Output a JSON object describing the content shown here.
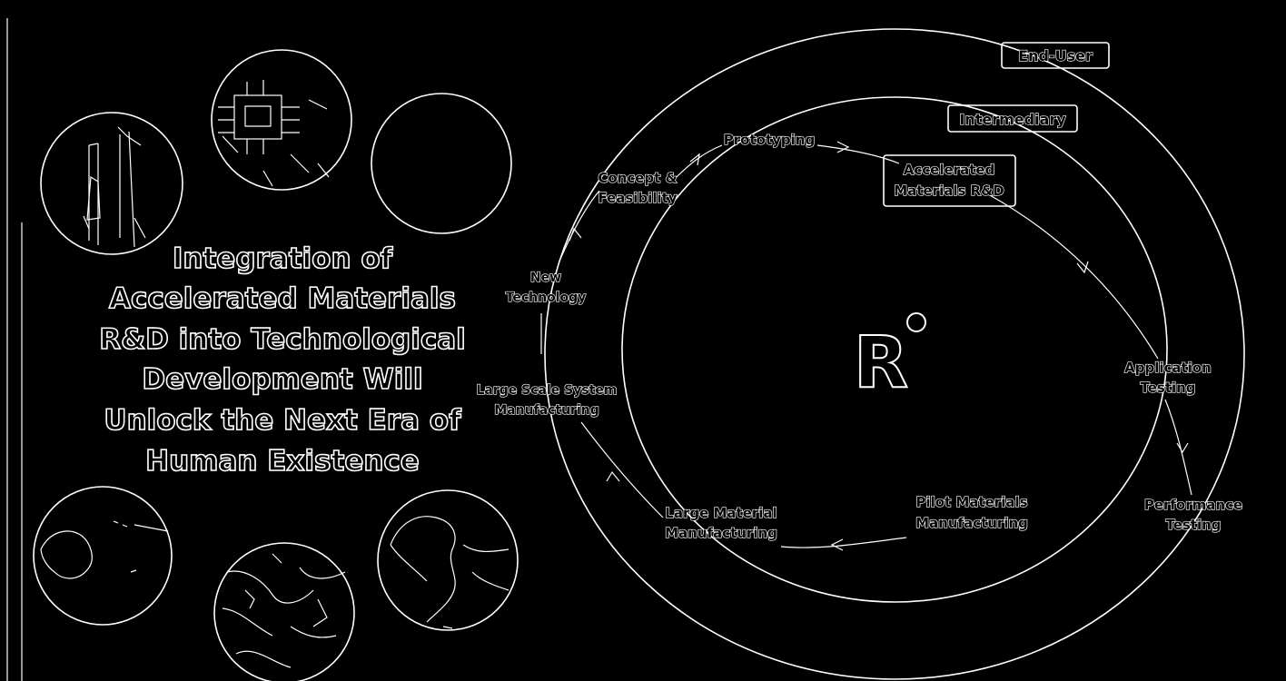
{
  "title": {
    "lines": [
      "Integration of",
      "Accelerated Materials",
      "R&D into Technological",
      "Development Will",
      "Unlock the Next Era of",
      "Human Existence"
    ]
  },
  "logo": {
    "text": "R"
  },
  "outer_ring": {
    "end_user": "End-User",
    "intermediary": "Intermediary"
  },
  "cycle": {
    "prototyping": "Prototyping",
    "concept_line1": "Concept &",
    "concept_line2": "Feasibility",
    "accelerated_line1": "Accelerated",
    "accelerated_line2": "Materials R&D",
    "new_tech_line1": "New",
    "new_tech_line2": "Technology",
    "large_scale_line1": "Large Scale System",
    "large_scale_line2": "Manufacturing",
    "app_testing_line1": "Application",
    "app_testing_line2": "Testing",
    "perf_testing_line1": "Performance",
    "perf_testing_line2": "Testing",
    "pilot_line1": "Pilot Materials",
    "pilot_line2": "Manufacturing",
    "large_material_line1": "Large Material",
    "large_material_line2": "Manufacturing"
  },
  "images": [
    {
      "icon": "rocket-launch-photo"
    },
    {
      "icon": "microchip-photo"
    },
    {
      "icon": "blank-circle"
    },
    {
      "icon": "earth-globe-photo"
    },
    {
      "icon": "city-aerial-photo"
    },
    {
      "icon": "continent-map-photo"
    }
  ]
}
